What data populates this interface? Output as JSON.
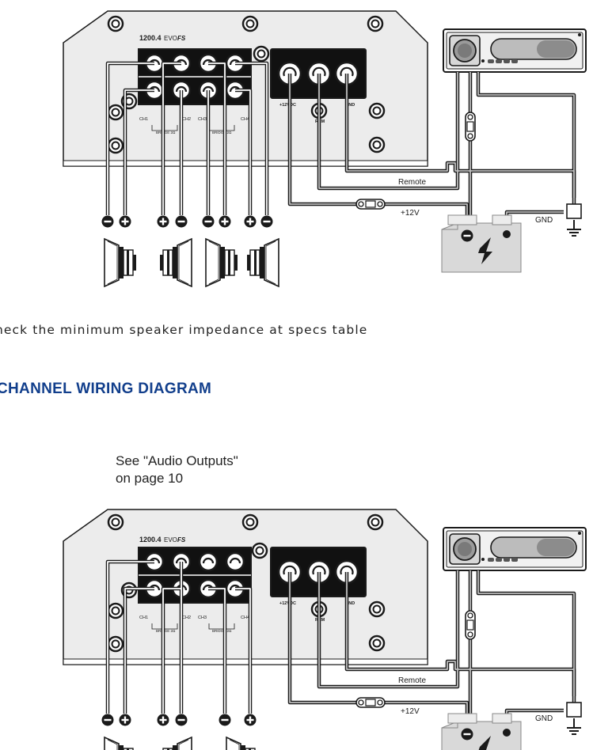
{
  "diagram_top": {
    "model": "1200.4",
    "model_suffix": "EVO",
    "model_badge": "FS",
    "terminal_power": "+12VDC",
    "terminal_remote": "REM",
    "terminal_ground": "GND",
    "channel_labels": [
      "CH1",
      "CH2",
      "CH3",
      "CH4"
    ],
    "bridge_label_left": "BRIDGE 2Ω",
    "bridge_label_right": "BRIDGE 2Ω",
    "wire_remote_label": "Remote",
    "wire_power_label": "+12V",
    "wire_ground_label": "GND",
    "speaker_polarity": [
      "−",
      "+",
      "+",
      "−",
      "−",
      "+",
      "+",
      "−"
    ]
  },
  "note": "heck the minimum speaker impedance at specs table",
  "section_heading": "CHANNEL WIRING DIAGRAM",
  "reference": {
    "line1": "See \"Audio Outputs\"",
    "line2": "on page 10"
  },
  "diagram_bottom": {
    "model": "1200.4",
    "model_suffix": "EVO",
    "model_badge": "FS",
    "terminal_power": "+12VDC",
    "terminal_remote": "REM",
    "terminal_ground": "GND",
    "channel_labels": [
      "CH1",
      "CH2",
      "CH3",
      "CH4"
    ],
    "bridge_label_left": "BRIDGE 2Ω",
    "bridge_label_right": "BRIDGE 2Ω",
    "wire_remote_label": "Remote",
    "wire_power_label": "+12V",
    "wire_ground_label": "GND",
    "speaker_polarity": [
      "−",
      "+",
      "+",
      "−",
      "−",
      "+"
    ]
  },
  "colors": {
    "ink": "#1a1a1a",
    "heading_blue": "#123f8c",
    "panel_gray": "#e6e6e6",
    "wire_gray": "#bdbdbd",
    "battery_gray": "#d9d9d9"
  }
}
